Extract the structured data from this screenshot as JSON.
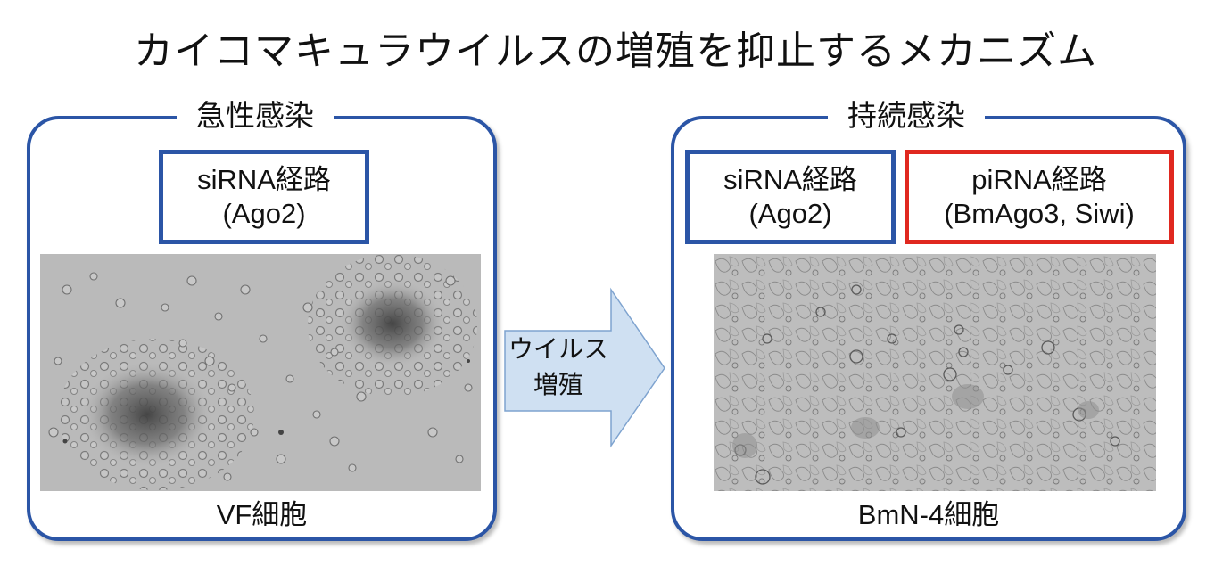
{
  "title": "カイコマキュラウイルスの増殖を抑止するメカニズム",
  "colors": {
    "panel_border": "#2b55a6",
    "sirna_box_border": "#2b55a6",
    "pirna_box_border": "#e0281f",
    "arrow_fill": "#cfe0f2",
    "arrow_stroke": "#7ea3cf",
    "micrograph_background": "#b9b9b9"
  },
  "panels": [
    {
      "heading": "急性感染",
      "pathways": [
        {
          "line1": "siRNA経路",
          "line2": "(Ago2)",
          "color": "blue"
        }
      ],
      "micrograph": {
        "description": "Phase-contrast micrograph of rounded clustered VF cells"
      },
      "caption": "VF細胞"
    },
    {
      "heading": "持続感染",
      "pathways": [
        {
          "line1": "siRNA経路",
          "line2": "(Ago2)",
          "color": "blue"
        },
        {
          "line1": "piRNA経路",
          "line2": "(BmAgo3, Siwi)",
          "color": "red"
        }
      ],
      "micrograph": {
        "description": "Phase-contrast micrograph of confluent adherent BmN-4 cells"
      },
      "caption": "BmN-4細胞"
    }
  ],
  "arrow": {
    "line1": "ウイルス",
    "line2": "増殖",
    "direction": "right"
  }
}
